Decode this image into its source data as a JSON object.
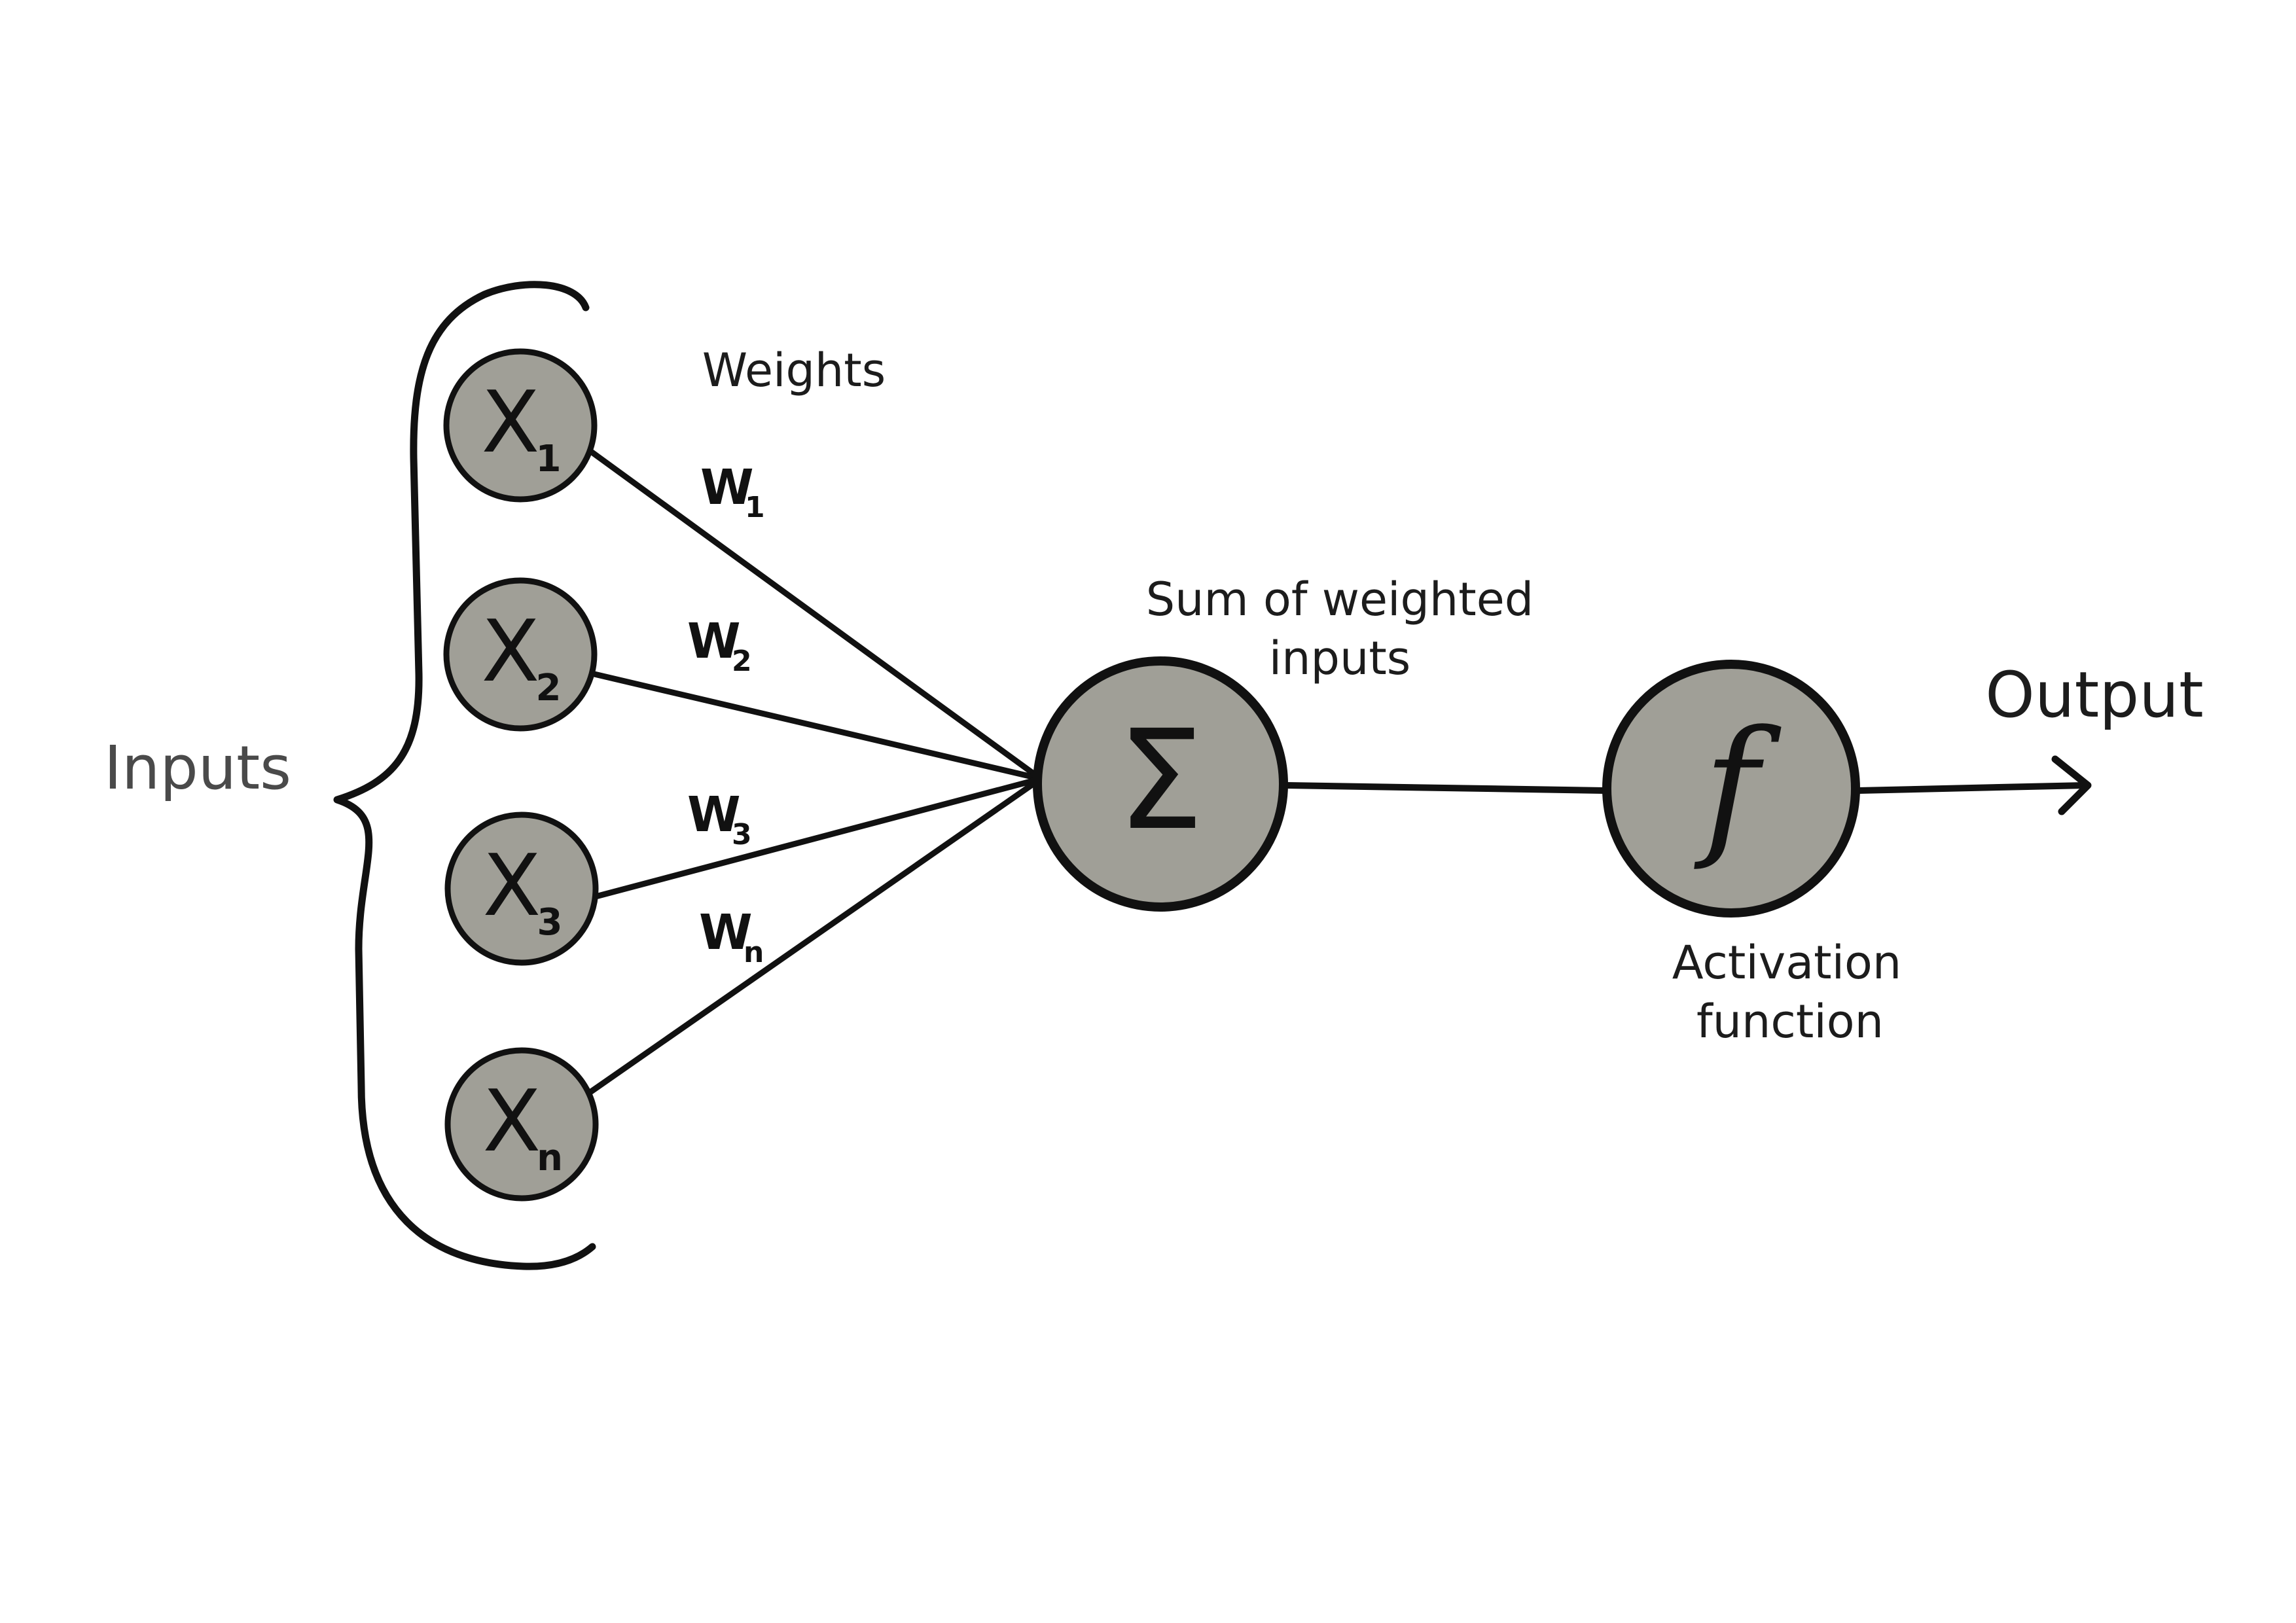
{
  "labels": {
    "inputs": "Inputs",
    "weights": "Weights",
    "sum_line1": "Sum of weighted",
    "sum_line2": "inputs",
    "activation_line1": "Activation",
    "activation_line2": "function",
    "output": "Output"
  },
  "input_nodes": [
    {
      "letter": "X",
      "sub": "1"
    },
    {
      "letter": "X",
      "sub": "2"
    },
    {
      "letter": "X",
      "sub": "3"
    },
    {
      "letter": "X",
      "sub": "n"
    }
  ],
  "weight_labels": [
    {
      "letter": "W",
      "sub": "1"
    },
    {
      "letter": "W",
      "sub": "2"
    },
    {
      "letter": "W",
      "sub": "3"
    },
    {
      "letter": "W",
      "sub": "n"
    }
  ],
  "sum_symbol": "Σ",
  "activation_symbol": "f",
  "colors": {
    "node_fill": "#a09f97",
    "stroke": "#111111",
    "background": "#ffffff"
  }
}
